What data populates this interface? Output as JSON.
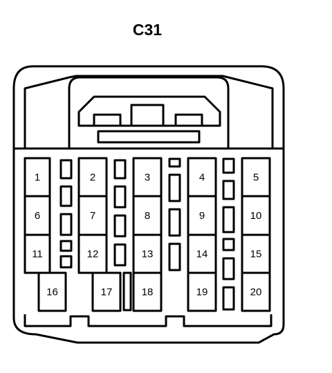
{
  "connector": {
    "title": "C31",
    "pins": [
      "1",
      "2",
      "3",
      "4",
      "5",
      "6",
      "7",
      "8",
      "9",
      "10",
      "11",
      "12",
      "13",
      "14",
      "15",
      "16",
      "17",
      "18",
      "19",
      "20"
    ]
  },
  "colors": {
    "stroke": "#000000",
    "background": "#ffffff"
  }
}
